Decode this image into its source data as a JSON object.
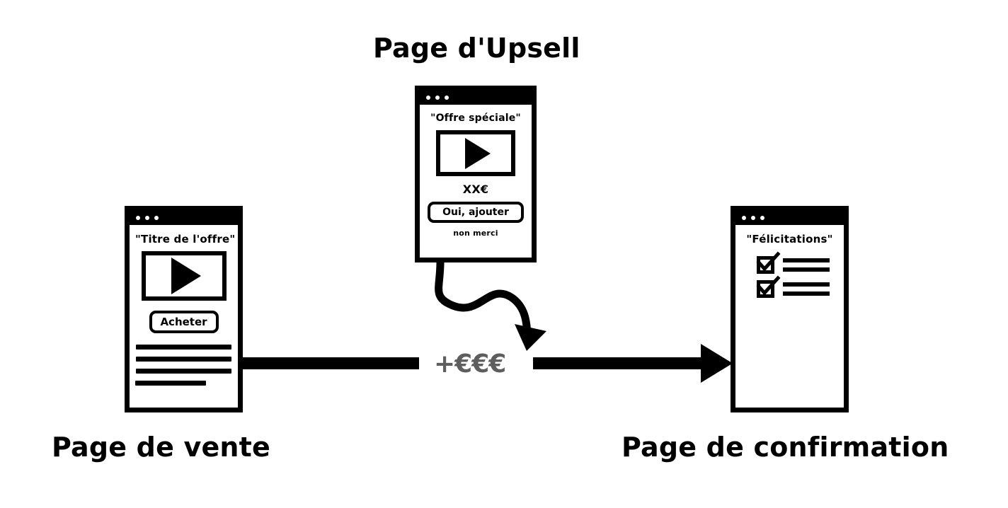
{
  "diagram": {
    "title": "Page d'Upsell",
    "money_gain": "+€€€",
    "accent_color": "#000000",
    "money_color": "#5e5e5e",
    "background": "#ffffff"
  },
  "sales_page": {
    "label": "Page de vente",
    "window_dots": 3,
    "headline": "\"Titre de l'offre\"",
    "video_icon": "play-icon",
    "cta_label": "Acheter",
    "copy_lines": 4
  },
  "upsell_page": {
    "label": "Page d'Upsell",
    "window_dots": 3,
    "headline": "\"Offre spéciale\"",
    "video_icon": "play-icon",
    "price": "XX€",
    "accept_label": "Oui, ajouter",
    "decline_label": "non merci"
  },
  "confirmation_page": {
    "label": "Page de confirmation",
    "window_dots": 3,
    "headline": "\"Félicitations\"",
    "checklist": [
      {
        "checked": true,
        "lines": 2
      },
      {
        "checked": true,
        "lines": 2
      }
    ]
  },
  "flow": {
    "arrow_sales_to_money": "straight-arrow-right",
    "arrow_money_to_confirmation": "straight-arrow-right-head",
    "arrow_upsell_to_money": "curved-arrow-down-right"
  }
}
